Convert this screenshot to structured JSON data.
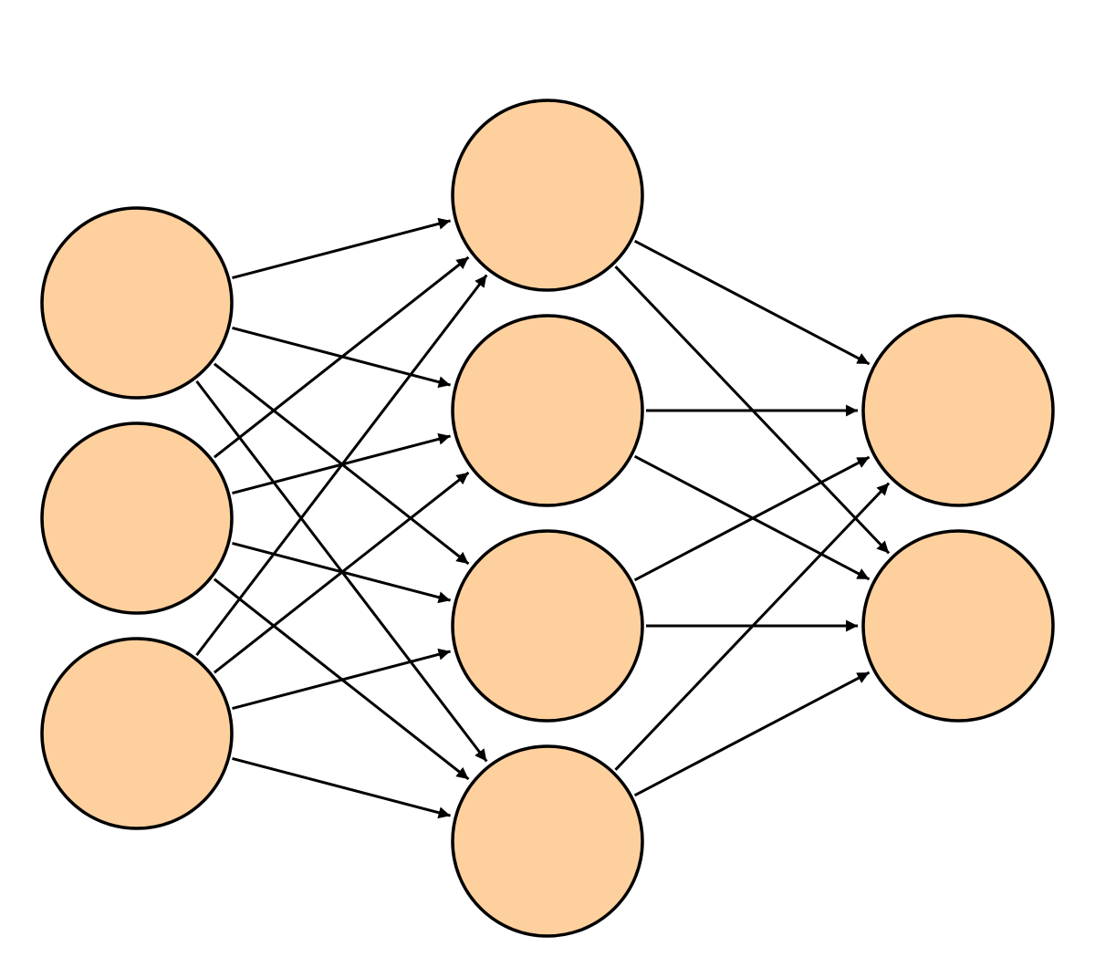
{
  "diagram": {
    "type": "feedforward-neural-network",
    "node_fill": "#fdd09e",
    "node_stroke": "#000000",
    "edge_color": "#000000",
    "background": "#ffffff",
    "layers": [
      {
        "nodes": 3
      },
      {
        "nodes": 4
      },
      {
        "nodes": 2
      }
    ],
    "connectivity": "fully-connected",
    "edge_direction": "left-to-right"
  }
}
